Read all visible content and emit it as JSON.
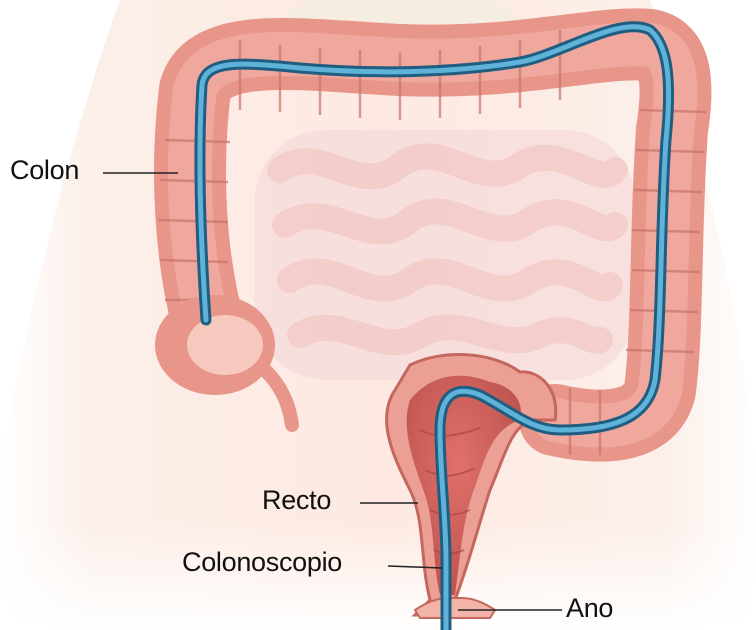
{
  "labels": {
    "colon": "Colon",
    "recto": "Recto",
    "colonoscopio": "Colonoscopio",
    "ano": "Ano"
  },
  "colors": {
    "skin": "#fbe5dc",
    "colon": "#e89388",
    "colon_dark": "#c4685f",
    "small_intestine": "#f4d7d5",
    "scope": "#3d8fb8",
    "scope_dark": "#1f5e80",
    "leader_line": "#222222"
  }
}
